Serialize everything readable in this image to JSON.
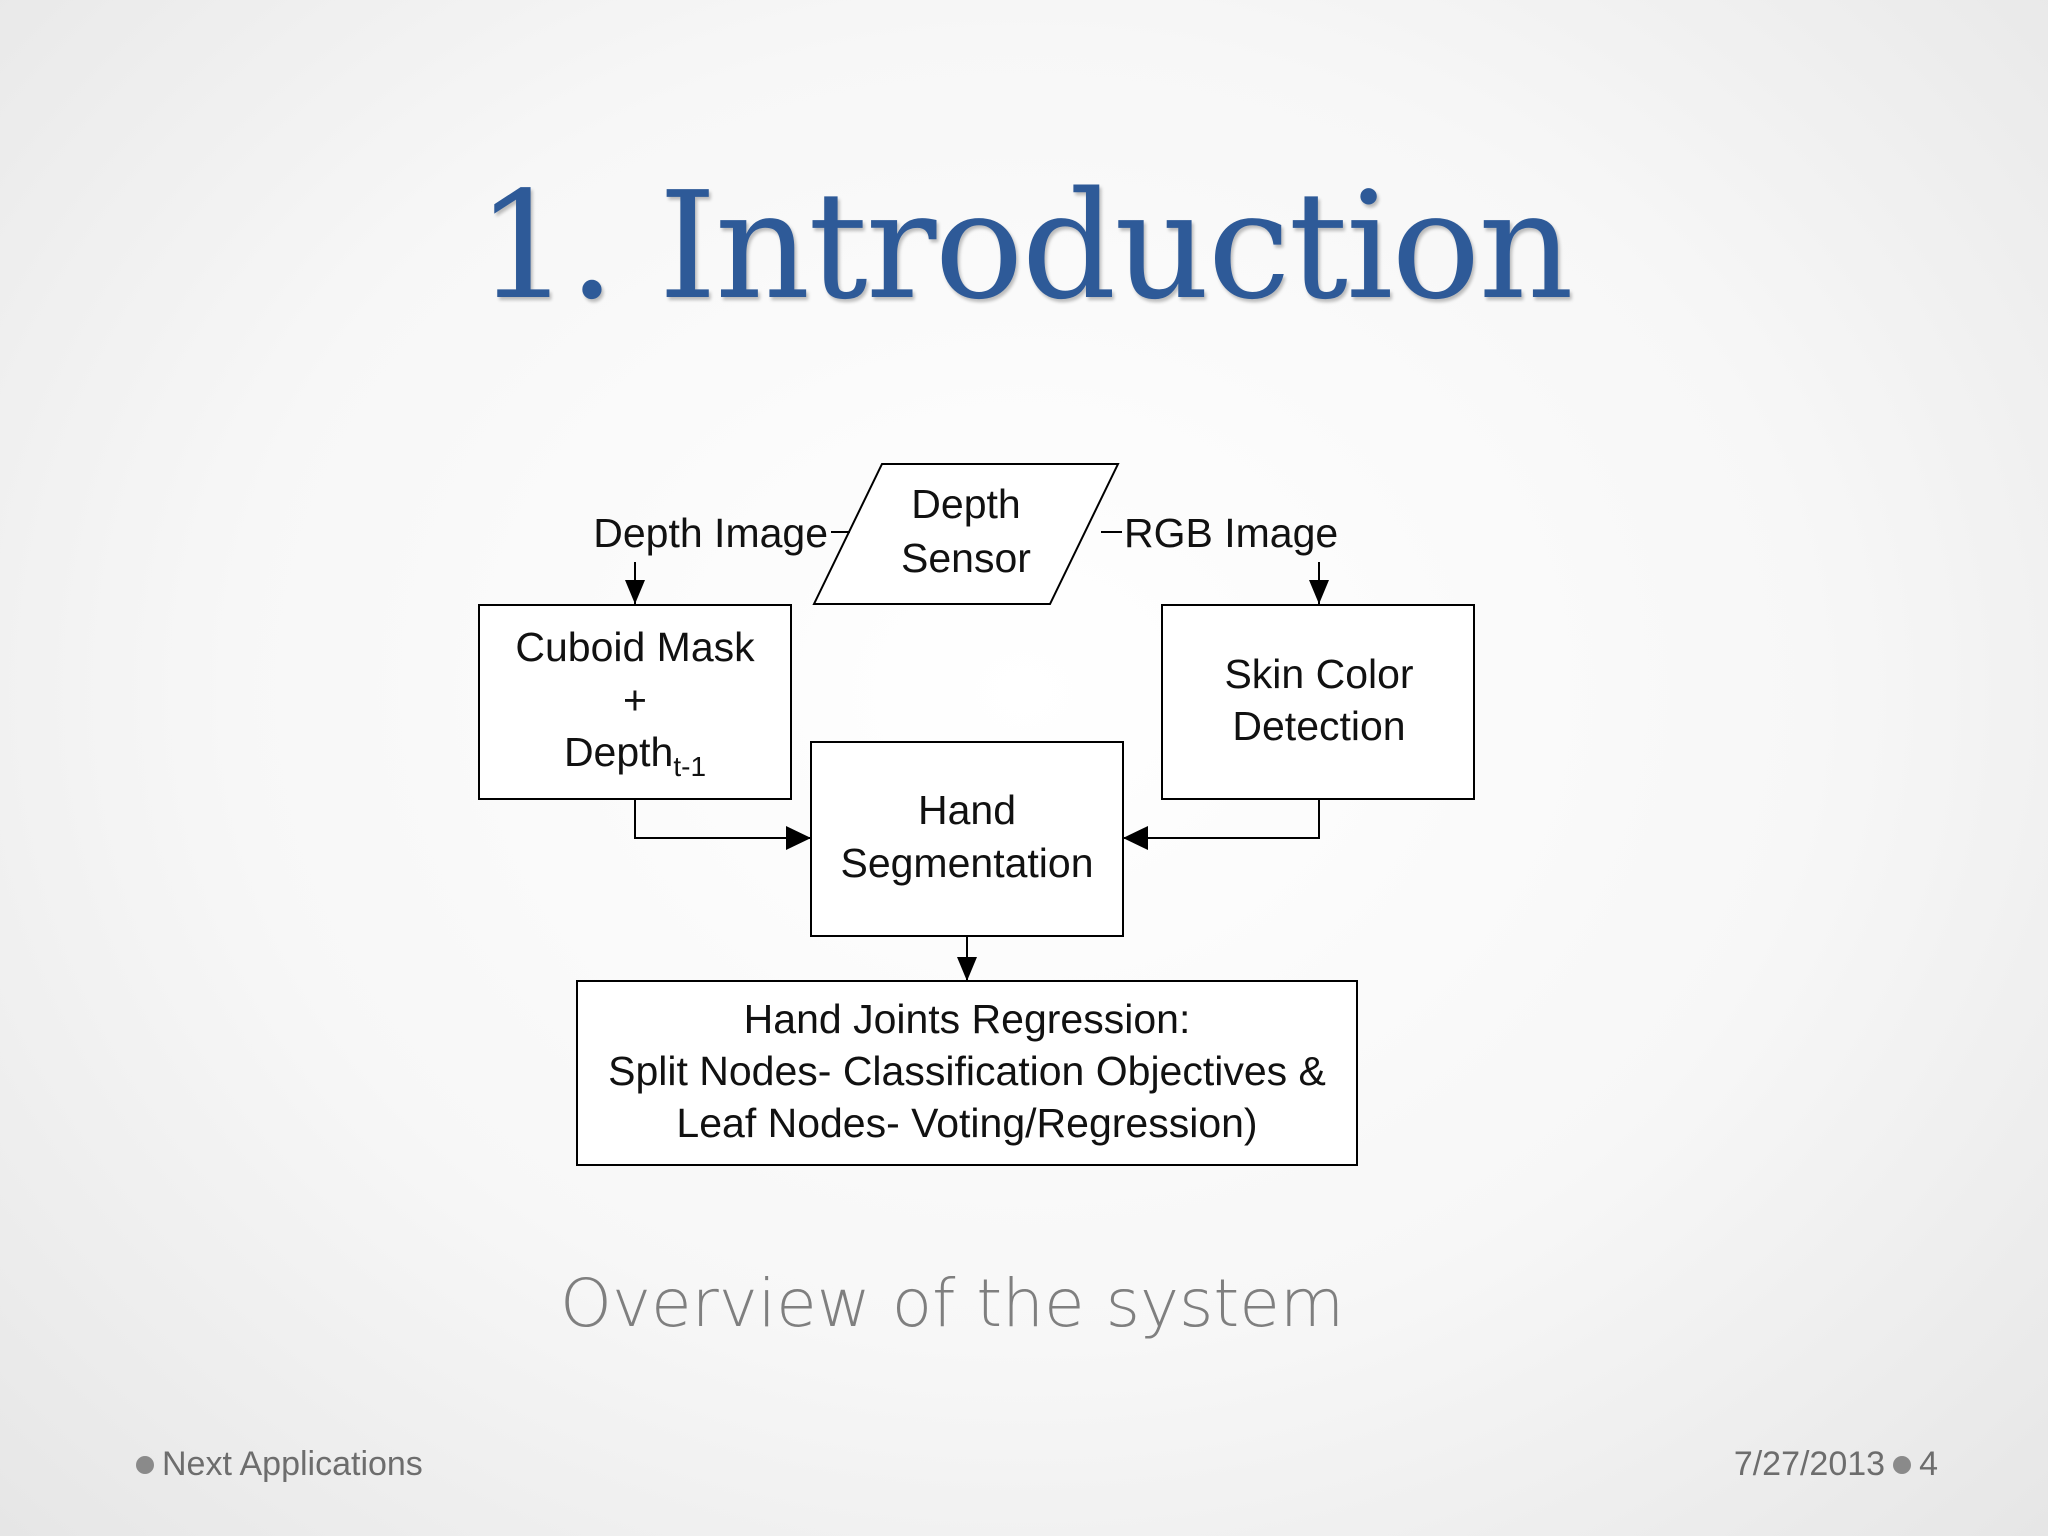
{
  "slide": {
    "title": "1. Introduction",
    "caption": "Overview of the system",
    "footer_left": "Next Applications",
    "footer_date": "7/27/2013",
    "footer_page": "4"
  },
  "diagram": {
    "depth_sensor": [
      "Depth",
      "Sensor"
    ],
    "depth_image": "Depth Image",
    "rgb_image": "RGB Image",
    "cuboid": {
      "line1": "Cuboid Mask",
      "line2": "+",
      "line3": "Depth",
      "subscript": "t-1"
    },
    "skin": [
      "Skin Color",
      "Detection"
    ],
    "hand_seg": [
      "Hand",
      "Segmentation"
    ],
    "regression": [
      "Hand Joints Regression:",
      "Split Nodes- Classification Objectives &",
      "Leaf Nodes- Voting/Regression)"
    ]
  }
}
